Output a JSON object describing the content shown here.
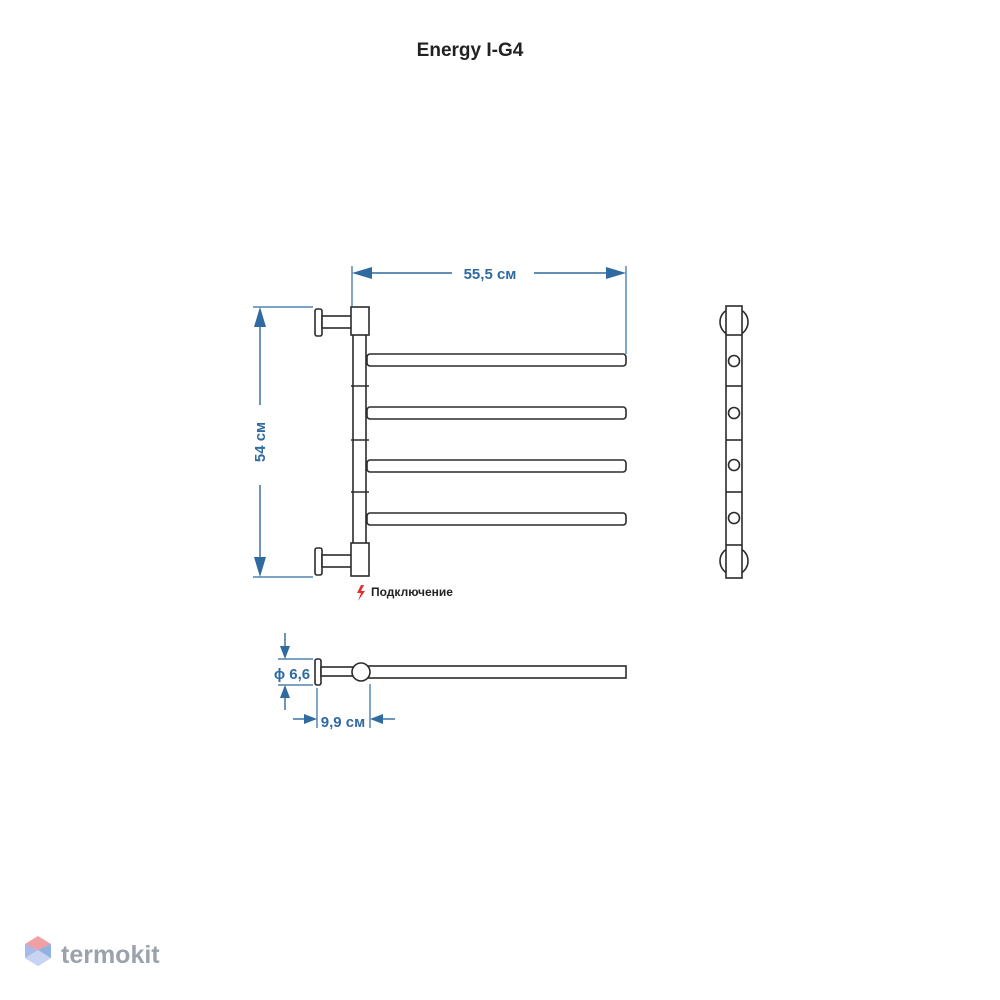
{
  "title": "Energy I-G4",
  "dimensions": {
    "width": "55,5 см",
    "height": "54 см",
    "diameter": "ϕ 6,6",
    "depth": "9,9 см"
  },
  "connection_note": "Подключение",
  "brand": "termokit",
  "colors": {
    "dimension": "#2f6aa1",
    "outline": "#2b2b2b",
    "connection_mark": "#e0312f",
    "brand_text": "#9aa3ab"
  }
}
